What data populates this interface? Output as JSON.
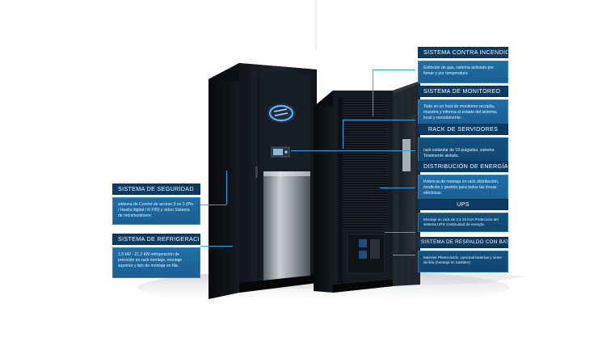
{
  "callouts": {
    "contra_incendio": {
      "title": "SISTEMA CONTRA INCENDIO",
      "body": "Extinción de gas, sistema activado por fumar y por temperatura"
    },
    "monitoreo": {
      "title": "SISTEMA DE MONITOREO",
      "body": "Todo en un host de monitoreo recopila, muestra y informa el estado del sistema, local y remotamente."
    },
    "servidores": {
      "title": "RACK DE SERVIDORES",
      "body": "rack estándar de 19 pulgadas, sistema Totalmente aislado."
    },
    "energia": {
      "title": "DISTRIBUCIÓN DE ENERGÍA",
      "body": "Potencia de montaje en rack distribución, medición y gestión para todos las líneas eléctricas."
    },
    "ups": {
      "title": "UPS",
      "body": "Montaje en rack de 3 a 20 kVA Protección del sistema UPS continuidad de energía."
    },
    "respaldo": {
      "title": "SISTEMA DE RESPALDO CON BATERÍAS",
      "body": "baterías Plomo-ácido ,opcional baterías y iones de litio (montaje en bastidor)"
    },
    "seguridad": {
      "title": "SISTEMA DE SEGURIDAD",
      "body": "sistema  de Control de acceso 3 en 1 (Pin / Huella digital / R FID) y video Sistema de monimonitoreo."
    },
    "refrigeracion": {
      "title": "SISTEMA DE REFRIGERACIÓN",
      "body": "1,5 kW - 21,2 kW refrigeración de precisión en rack montaje, montaje superior y tipo de montaje en fila."
    }
  },
  "colors": {
    "title_bg": "#0b3a63",
    "body_bg": "#1d6ea8",
    "leader": "#29a8e6",
    "cabinet": "#141a22"
  }
}
